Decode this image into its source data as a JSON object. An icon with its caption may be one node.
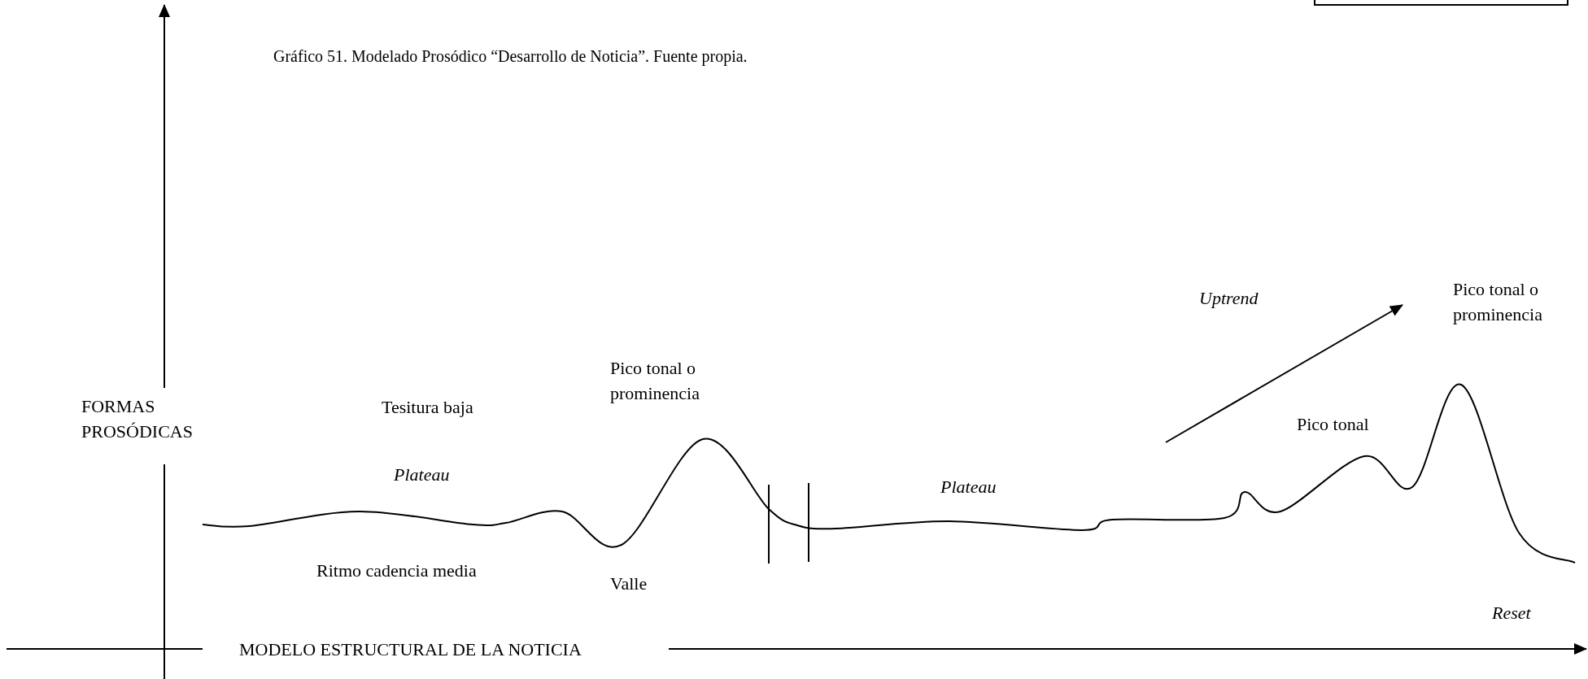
{
  "diagram": {
    "title": "Gráfico 51. Modelado Prosódico “Desarrollo de Noticia”. Fuente propia.",
    "labels": [
      "Uptrend",
      "Pico tonal o prominencia",
      "Pico tonal o prominencia",
      "FORMAS PROSÓDICAS",
      "Tesitura baja",
      "Pico tonal",
      "Plateau",
      "Plateau",
      "Ritmo cadencia media",
      "Valle",
      "Reset",
      "MODELO ESTRUCTURAL DE LA NOTICIA"
    ]
  }
}
